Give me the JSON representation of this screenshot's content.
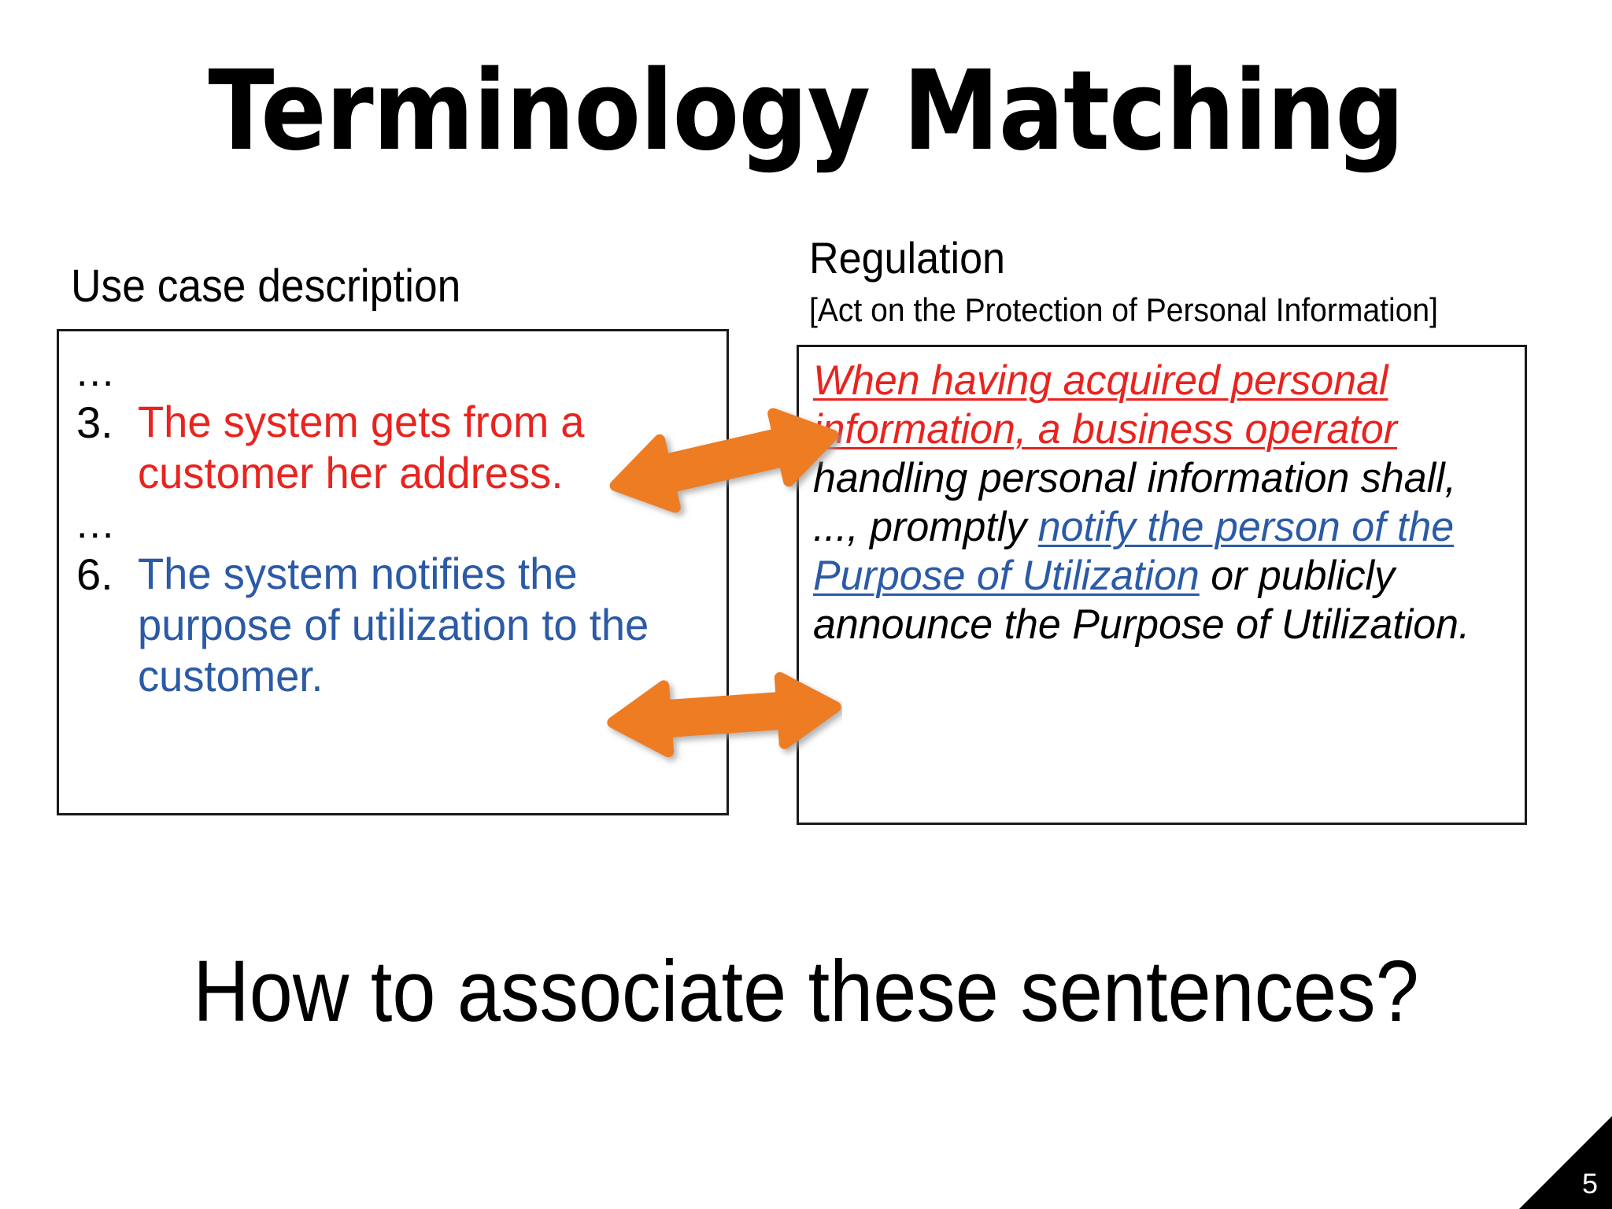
{
  "slide": {
    "title": "Terminology Matching",
    "page_number": "5",
    "bottom_question": "How to associate these sentences?",
    "accent_colors": {
      "red": "#e8241f",
      "blue": "#2b5aa6",
      "orange": "#ed7b22",
      "border": "#1a1a1a",
      "background": "#ffffff"
    }
  },
  "left_panel": {
    "label": "Use case description",
    "ellipsis_top": "...",
    "ellipsis_mid": "...",
    "items": [
      {
        "number": "3.",
        "text": "The system gets from a customer her address.",
        "color": "#e8241f",
        "color_name": "red"
      },
      {
        "number": "6.",
        "text": "The system notifies the purpose of utilization to the customer.",
        "color": "#2b5aa6",
        "color_name": "blue"
      }
    ]
  },
  "right_panel": {
    "label": "Regulation",
    "source": "[Act on the Protection of Personal Information]",
    "segments": [
      {
        "text": "When having acquired personal information, a business operator ",
        "style": "red-underline-italic"
      },
      {
        "text": "handling personal information shall, ...,  promptly ",
        "style": "plain-italic"
      },
      {
        "text": "notify the person of the Purpose of Utilization",
        "style": "blue-underline-italic"
      },
      {
        "text": " or publicly announce the Purpose of Utilization.",
        "style": "plain-italic"
      }
    ]
  },
  "connectors": [
    {
      "name": "arrow-red-match",
      "label": "double-headed-arrow",
      "color": "#ed7b22",
      "links": [
        "left item 3",
        "red regulation phrase"
      ]
    },
    {
      "name": "arrow-blue-match",
      "label": "double-headed-arrow",
      "color": "#ed7b22",
      "links": [
        "left item 6",
        "blue regulation phrase"
      ]
    }
  ]
}
